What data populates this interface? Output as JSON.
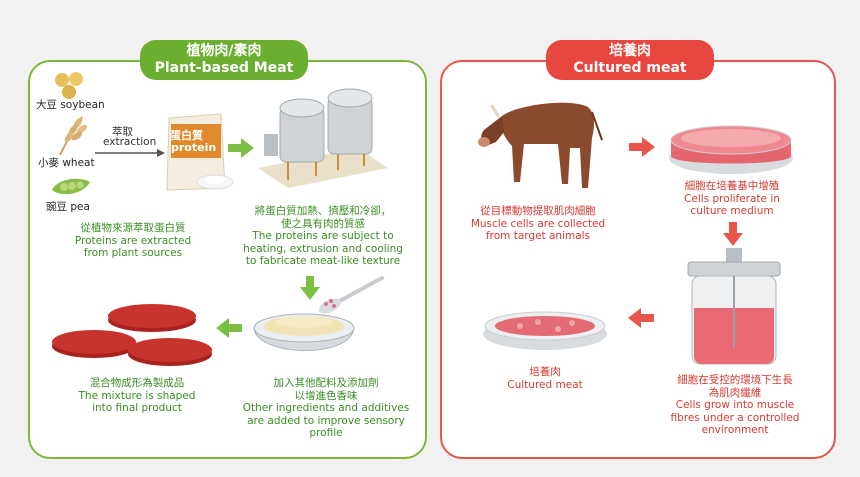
{
  "left": {
    "title_zh": "植物肉/素肉",
    "title_en": "Plant-based Meat",
    "soybean": "大豆 soybean",
    "wheat": "小麥 wheat",
    "pea": "豌豆 pea",
    "extract_zh": "萃取",
    "extract_en": "extraction",
    "bag_zh": "蛋白質",
    "bag_en": "protein",
    "step1_zh": "從植物來源萃取蛋白質",
    "step1_en1": "Proteins are extracted",
    "step1_en2": "from plant sources",
    "step2_zh1": "將蛋白質加熱、擠壓和冷卻，",
    "step2_zh2": "使之具有肉的質感",
    "step2_en1": "The proteins are subject to",
    "step2_en2": "heating, extrusion and cooling",
    "step2_en3": "to fabricate meat-like texture",
    "step3_zh1": "加入其他配料及添加劑",
    "step3_zh2": "以增進色香味",
    "step3_en1": "Other ingredients and additives",
    "step3_en2": "are added to improve sensory",
    "step3_en3": "profile",
    "step4_zh": "混合物成形為製成品",
    "step4_en1": "The mixture is shaped",
    "step4_en2": "into final product"
  },
  "right": {
    "title_zh": "培養肉",
    "title_en": "Cultured meat",
    "step1_zh": "從目標動物提取肌肉細胞",
    "step1_en1": "Muscle cells are collected",
    "step1_en2": "from target animals",
    "step2_zh": "細胞在培養基中增殖",
    "step2_en1": "Cells proliferate in",
    "step2_en2": "culture medium",
    "step3_zh1": "細胞在受控的環境下生長",
    "step3_zh2": "為肌肉纖維",
    "step3_en1": "Cells grow into muscle",
    "step3_en2": "fibres under a controlled",
    "step3_en3": "environment",
    "step4_zh": "培養肉",
    "step4_en": "Cultured meat"
  },
  "colors": {
    "green": "#6aaf2f",
    "green_text": "#3b8d24",
    "red": "#e8473f",
    "red_text": "#d43a33"
  }
}
